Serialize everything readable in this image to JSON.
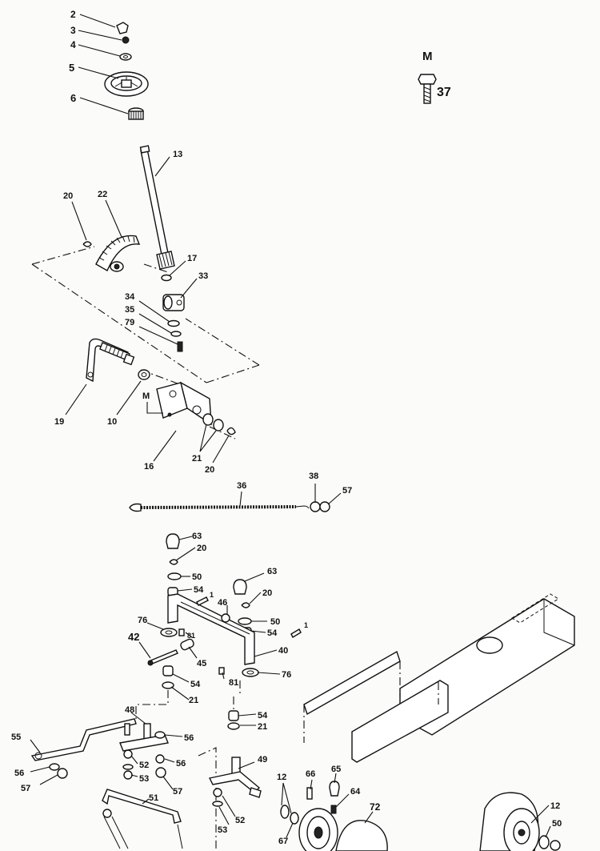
{
  "callouts": {
    "c2": "2",
    "c3": "3",
    "c4": "4",
    "c5": "5",
    "c6": "6",
    "c13": "13",
    "c20a": "20",
    "c22": "22",
    "c17": "17",
    "c33": "33",
    "c34": "34",
    "c35": "35",
    "c79": "79",
    "c19": "19",
    "c10": "10",
    "cM": "M",
    "c16": "16",
    "c21a": "21",
    "c20b": "20",
    "c36": "36",
    "c38": "38",
    "c57a": "57",
    "c63a": "63",
    "c20c": "20",
    "c50a": "50",
    "c54a": "54",
    "c63b": "63",
    "c1a": "1",
    "c46": "46",
    "c20d": "20",
    "c50b": "50",
    "c1b": "1",
    "c76a": "76",
    "c81a": "81",
    "c54b": "54",
    "c42": "42",
    "c40": "40",
    "c45": "45",
    "c76b": "76",
    "c54c": "54",
    "c81b": "81",
    "c21b": "21",
    "c48": "48",
    "c55": "55",
    "c56a": "56",
    "c52a": "52",
    "c56b": "56",
    "c56c": "56",
    "c53a": "53",
    "c57b": "57",
    "c57c": "57",
    "c54d": "54",
    "c21c": "21",
    "c49": "49",
    "c51": "51",
    "c12a": "12",
    "c66": "66",
    "c65": "65",
    "c64": "64",
    "c72": "72",
    "c53b": "53",
    "c52b": "52",
    "c67": "67",
    "c12b": "12",
    "c50c": "50"
  },
  "legend": {
    "letter": "M",
    "part_number": "37"
  }
}
